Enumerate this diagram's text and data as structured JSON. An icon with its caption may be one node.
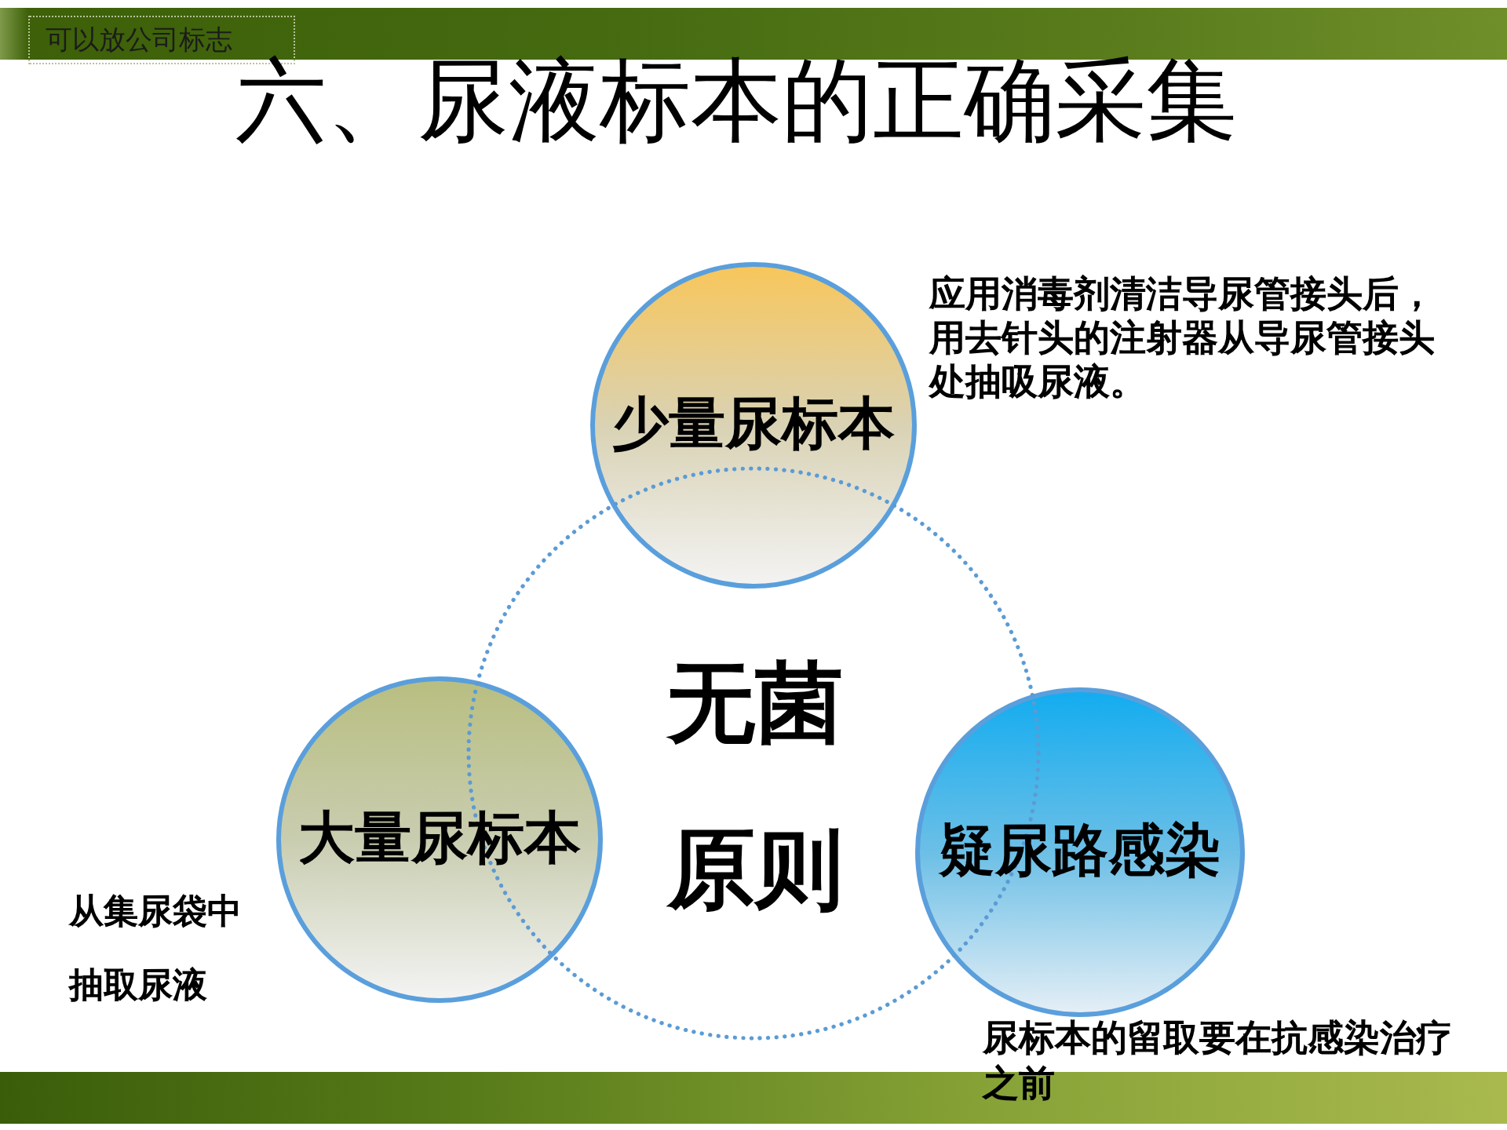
{
  "diagram": {
    "title": "六、尿液标本的正确采集",
    "nodes": [
      {
        "text": [
          "少量尿标本"
        ],
        "beside": [
          "应用消毒剂清洁导尿管接头后，用去针头的注射器从导尿管接头处抽吸尿液。"
        ]
      },
      {
        "text": [
          "无菌原则"
        ]
      },
      {
        "text": [
          "大量尿标本"
        ],
        "beside": [
          "从集尿袋中抽取尿液"
        ]
      },
      {
        "text": [
          "疑尿路感染"
        ],
        "beside": [
          "尿标本的留取要在抗感染治疗之前"
        ]
      }
    ],
    "labels": [
      "可以放公司标志"
    ]
  }
}
